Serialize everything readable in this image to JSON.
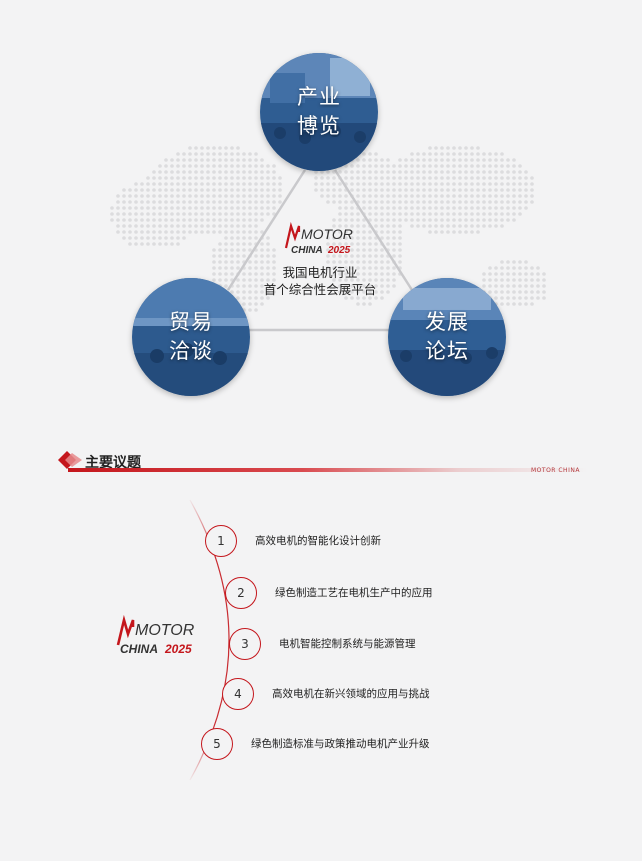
{
  "triangle": {
    "top_label": [
      "产业",
      "博览"
    ],
    "left_label": [
      "贸易",
      "洽谈"
    ],
    "right_label": [
      "发展",
      "论坛"
    ],
    "center_text": [
      "我国电机行业",
      "首个综合性会展平台"
    ]
  },
  "logo": {
    "line1": "MOTOR",
    "line2a": "CHINA",
    "line2b": "2025"
  },
  "section": {
    "title": "主要议题",
    "brand": "MOTOR CHINA"
  },
  "agenda": [
    {
      "num": "1",
      "text": "高效电机的智能化设计创新"
    },
    {
      "num": "2",
      "text": "绿色制造工艺在电机生产中的应用"
    },
    {
      "num": "3",
      "text": "电机智能控制系统与能源管理"
    },
    {
      "num": "4",
      "text": "高效电机在新兴领域的应用与挑战"
    },
    {
      "num": "5",
      "text": "绿色制造标准与政策推动电机产业升级"
    }
  ],
  "colors": {
    "accent": "#c4161c",
    "photo_tint": "#2f5d92",
    "background": "#f3f3f4"
  }
}
